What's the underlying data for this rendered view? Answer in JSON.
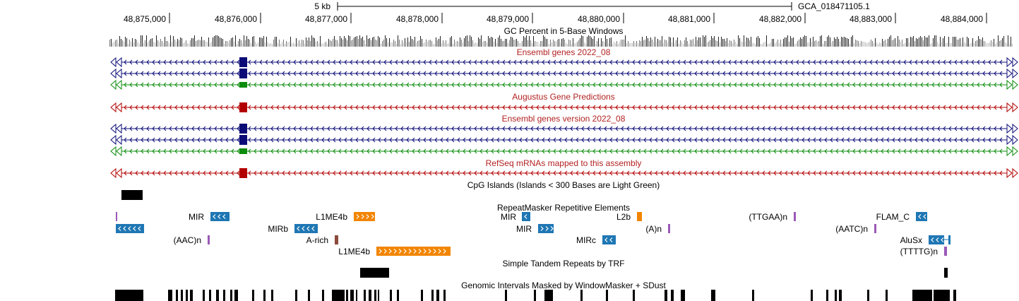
{
  "ruler": {
    "scale_label": "5 kb",
    "assembly_label": "GCA_018471105.1",
    "ticks": [
      "48,875,000",
      "48,876,000",
      "48,877,000",
      "48,878,000",
      "48,879,000",
      "48,880,000",
      "48,881,000",
      "48,882,000",
      "48,883,000",
      "48,884,000"
    ]
  },
  "tracks": {
    "gc_percent": {
      "title": "GC Percent in 5-Base Windows"
    },
    "ensembl_genes": {
      "title": "Ensembl genes 2022_08",
      "color": "#b22222"
    },
    "augustus": {
      "title": "Augustus Gene Predictions",
      "color": "#b22222"
    },
    "ensembl_version": {
      "title": "Ensembl genes version 2022_08",
      "color": "#b22222"
    },
    "refseq": {
      "title": "RefSeq mRNAs mapped to this assembly",
      "color": "#b22222"
    },
    "cpg": {
      "title": "CpG Islands (Islands < 300 Bases are Light Green)"
    },
    "repeatmasker": {
      "title": "RepeatMasker Repetitive Elements",
      "labels": [
        "MIR",
        "L1ME4b",
        "MIR",
        "L2b",
        "(TTGAA)n",
        "FLAM_C",
        "MIRb",
        "MIR",
        "(A)n",
        "(AATC)n",
        "(AAC)n",
        "A-rich",
        "MIRc",
        "AluSx",
        "L1ME4b",
        "(TTTTG)n"
      ]
    },
    "trf": {
      "title": "Simple Tandem Repeats by TRF"
    },
    "windowmasker": {
      "title": "Genomic Intervals Masked by WindowMasker + SDust"
    }
  },
  "colors": {
    "gene_navy": "#0c0c78",
    "gene_green": "#0c8c0c",
    "gene_red": "#b20000",
    "repeat_blue": "#1f77b4",
    "repeat_orange": "#f28500",
    "repeat_purple": "#9b59b6",
    "repeat_brown": "#8b4a3c"
  }
}
